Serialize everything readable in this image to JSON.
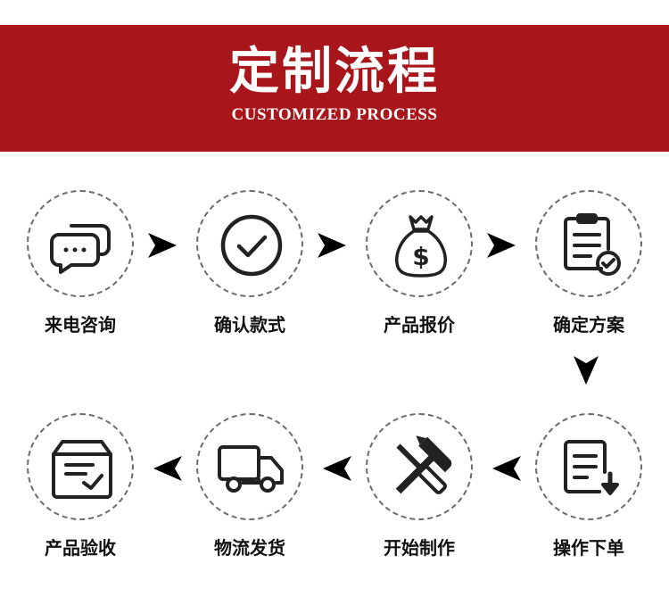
{
  "banner": {
    "title": "定制流程",
    "subtitle": "CUSTOMIZED PROCESS",
    "color": "#a8151b"
  },
  "steps": [
    {
      "label": "来电咨询",
      "icon": "chat-bubbles-icon"
    },
    {
      "label": "确认款式",
      "icon": "check-circle-icon"
    },
    {
      "label": "产品报价",
      "icon": "money-bag-icon"
    },
    {
      "label": "确定方案",
      "icon": "clipboard-check-icon"
    },
    {
      "label": "操作下单",
      "icon": "document-download-icon"
    },
    {
      "label": "开始制作",
      "icon": "hammer-screwdriver-icon"
    },
    {
      "label": "物流发货",
      "icon": "delivery-truck-icon"
    },
    {
      "label": "产品验收",
      "icon": "inbox-check-icon"
    }
  ]
}
